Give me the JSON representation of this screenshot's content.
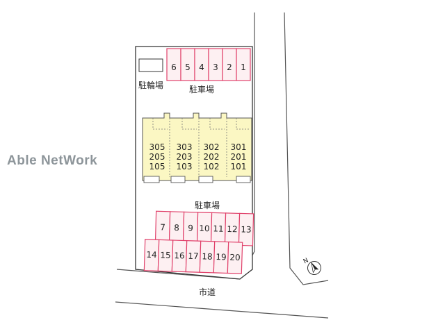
{
  "watermark": "Able NetWork",
  "labels": {
    "bicycle_parking": "駐輪場",
    "parking_top": "駐車場",
    "parking_bottom": "駐車場",
    "road": "市道",
    "north": "N"
  },
  "parking": {
    "top_row": [
      "6",
      "5",
      "4",
      "3",
      "2",
      "1"
    ],
    "middle_row": [
      "7",
      "8",
      "9",
      "10",
      "11",
      "12",
      "13"
    ],
    "bottom_row": [
      "14",
      "15",
      "16",
      "17",
      "18",
      "19",
      "20"
    ]
  },
  "building": {
    "units": [
      {
        "floor3": "305",
        "floor2": "205",
        "floor1": "105"
      },
      {
        "floor3": "303",
        "floor2": "203",
        "floor1": "103"
      },
      {
        "floor3": "302",
        "floor2": "202",
        "floor1": "102"
      },
      {
        "floor3": "301",
        "floor2": "201",
        "floor1": "101"
      }
    ]
  },
  "colors": {
    "parking_stroke": "#e0406a",
    "parking_fill": "#fdf0f2",
    "building_fill": "#fbf7c3",
    "line": "#444444"
  }
}
